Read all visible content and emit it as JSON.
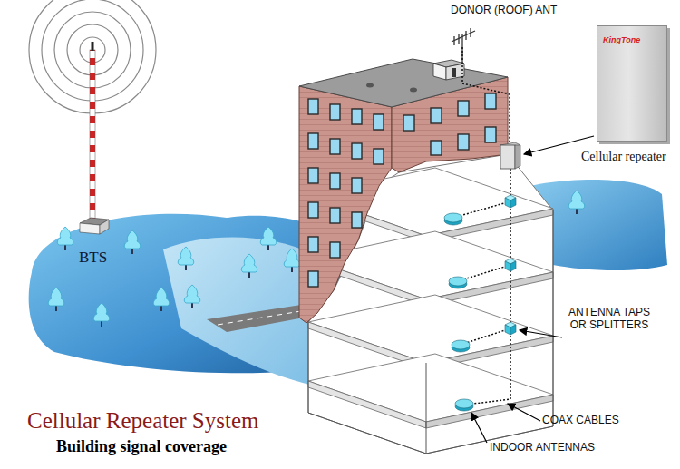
{
  "diagram": {
    "title": "Cellular Repeater System",
    "caption": "Building signal coverage",
    "nodes": [
      {
        "text": [
          "KingTone",
          "Cellular repeater"
        ]
      },
      {
        "text": [
          "BTS"
        ]
      }
    ],
    "labels": [
      "DONOR (ROOF) ANT",
      "ANTENNA TAPS OR SPLITTERS",
      "COAX CABLES",
      "INDOOR ANTENNAS"
    ]
  }
}
